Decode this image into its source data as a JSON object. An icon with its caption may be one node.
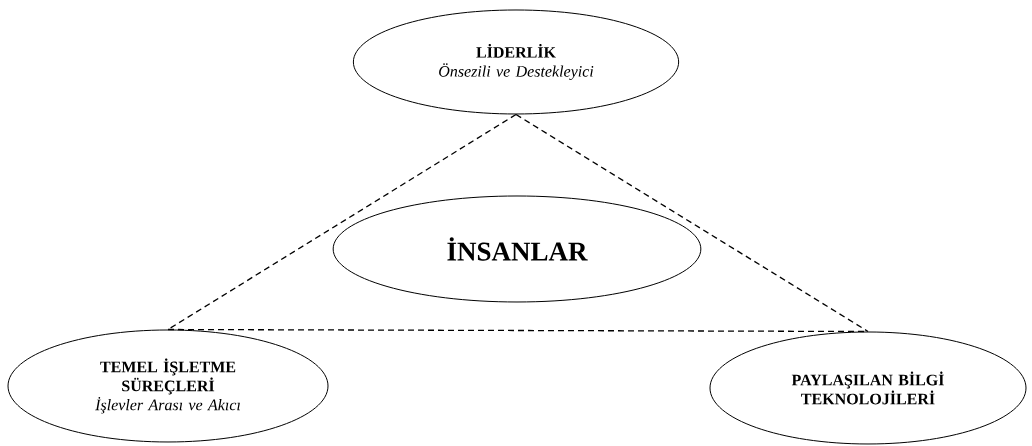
{
  "diagram": {
    "nodes": [
      {
        "text": [
          "LİDERLİK",
          "Önsezili ve Destekleyici"
        ]
      },
      {
        "text": [
          "İNSANLAR"
        ]
      },
      {
        "text": [
          "TEMEL İŞLETME SÜREÇLERİ",
          "İşlevler Arası ve Akıcı"
        ]
      },
      {
        "text": [
          "PAYLAŞILAN BİLGİ TEKNOLOJİLERİ"
        ]
      }
    ],
    "edges": [
      {
        "from": 0,
        "to": 2,
        "arrow": "none",
        "style": "dashed"
      },
      {
        "from": 0,
        "to": 3,
        "arrow": "none",
        "style": "dashed"
      },
      {
        "from": 2,
        "to": 3,
        "arrow": "none",
        "style": "dashed"
      }
    ]
  }
}
